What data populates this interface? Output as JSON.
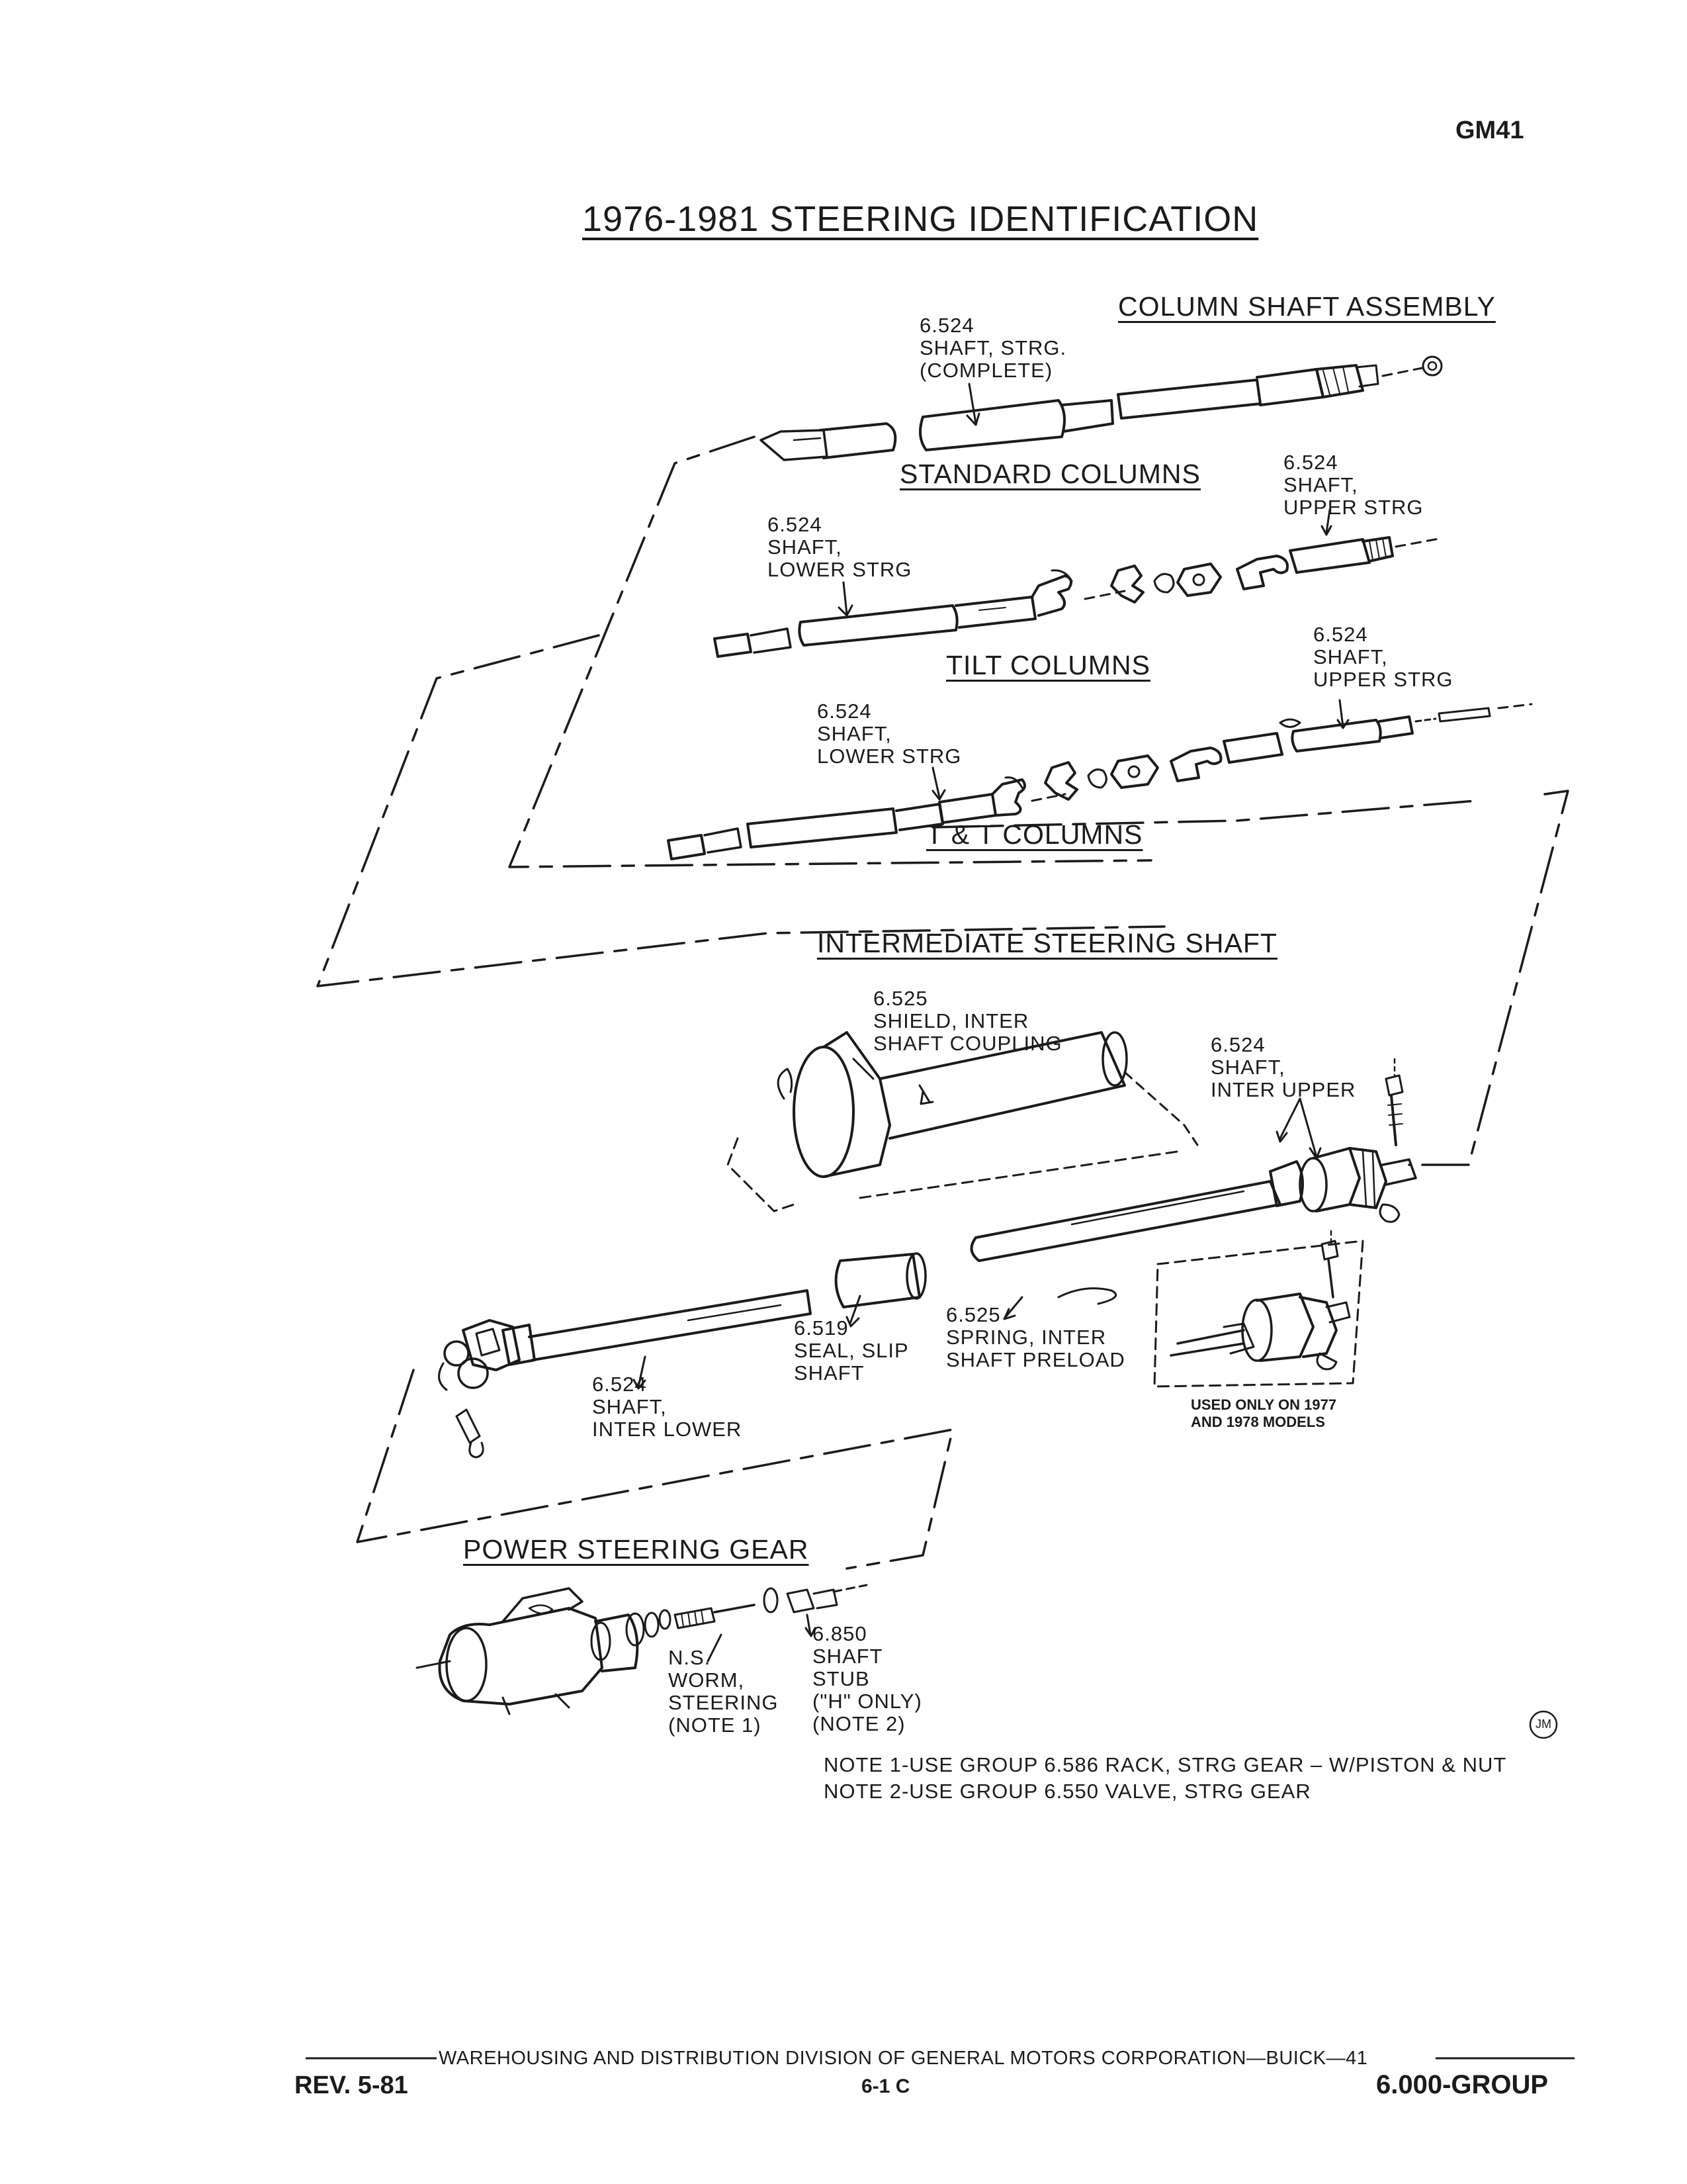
{
  "page_code": "GM41",
  "title": "1976-1981 STEERING IDENTIFICATION",
  "sections": {
    "column_shaft_assembly": "COLUMN SHAFT ASSEMBLY",
    "standard_columns": "STANDARD COLUMNS",
    "tilt_columns": "TILT COLUMNS",
    "tt_columns": "T & T COLUMNS",
    "intermediate_steering_shaft": "INTERMEDIATE STEERING SHAFT",
    "power_steering_gear": "POWER STEERING GEAR"
  },
  "callouts": {
    "shaft_complete": "6.524\nSHAFT, STRG.\n(COMPLETE)",
    "std_upper": "6.524\nSHAFT,\nUPPER STRG",
    "std_lower": "6.524\nSHAFT,\nLOWER STRG",
    "tilt_upper": "6.524\nSHAFT,\nUPPER STRG",
    "tilt_lower": "6.524\nSHAFT,\nLOWER STRG",
    "shield": "6.525\nSHIELD, INTER\nSHAFT COUPLING",
    "inter_upper": "6.524\nSHAFT,\nINTER UPPER",
    "seal": "6.519\nSEAL, SLIP\nSHAFT",
    "spring": "6.525\nSPRING, INTER\nSHAFT PRELOAD",
    "inter_lower": "6.524\nSHAFT,\nINTER LOWER",
    "used_only": "USED ONLY ON 1977\nAND 1978 MODELS",
    "worm": "N.S.\nWORM,\nSTEERING\n(NOTE 1)",
    "stub": "6.850\nSHAFT\nSTUB\n(\"H\" ONLY)\n(NOTE 2)"
  },
  "notes": [
    "NOTE 1-USE GROUP 6.586 RACK, STRG GEAR – W/PISTON & NUT",
    "NOTE 2-USE GROUP 6.550 VALVE, STRG GEAR"
  ],
  "artist_mark": "JM",
  "footer": {
    "line": "WAREHOUSING AND DISTRIBUTION  DIVISION OF GENERAL MOTORS CORPORATION—BUICK—41",
    "rev": "REV. 5-81",
    "page": "6-1  C",
    "group": "6.000-GROUP"
  }
}
